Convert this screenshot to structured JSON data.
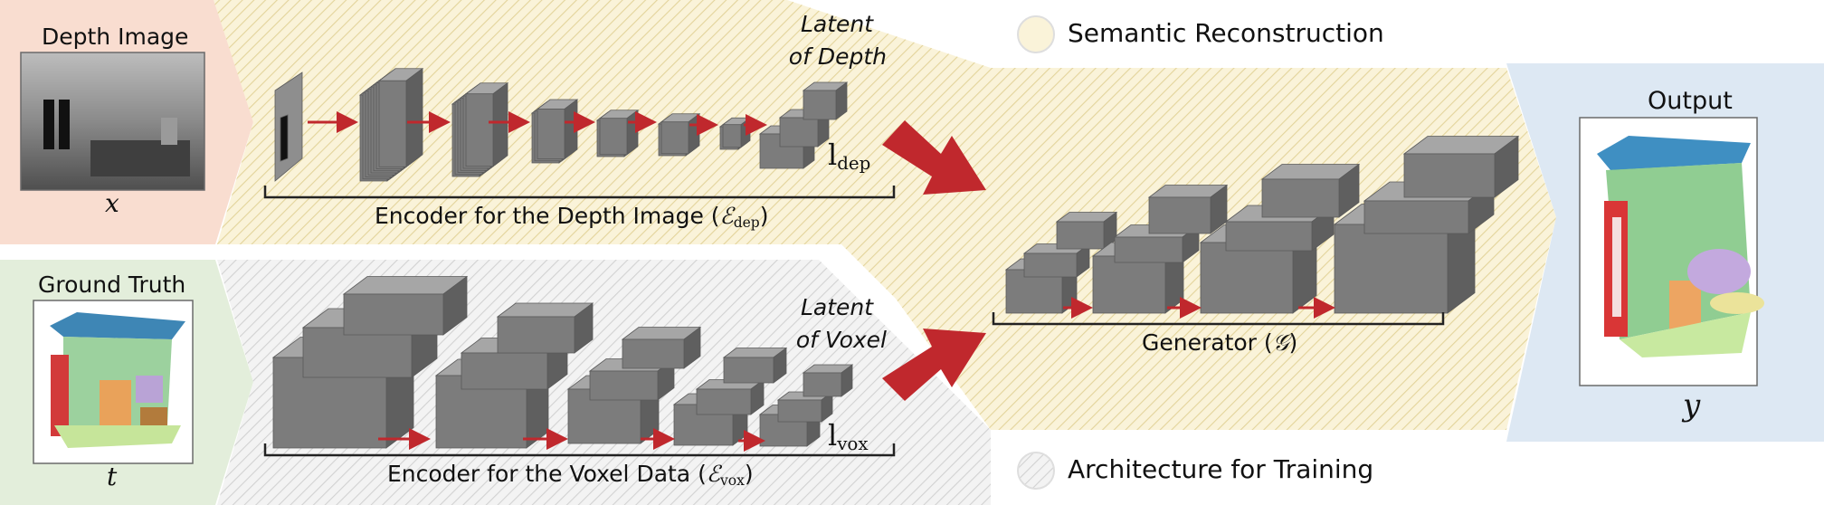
{
  "input_depth": {
    "title": "Depth Image",
    "var": "x"
  },
  "input_gt": {
    "title": "Ground Truth",
    "var": "t"
  },
  "encoder_depth": {
    "caption": "Encoder for the Depth Image (",
    "symbol": "ℰ",
    "sub": "dep",
    "close": ")",
    "latent_line1": "Latent",
    "latent_line2": "of Depth",
    "latent_var": "l",
    "latent_sub": "dep"
  },
  "encoder_voxel": {
    "caption": "Encoder for the Voxel Data (",
    "symbol": "ℰ",
    "sub": "vox",
    "close": ")",
    "latent_line1": "Latent",
    "latent_line2": "of Voxel",
    "latent_var": "l",
    "latent_sub": "vox"
  },
  "generator": {
    "caption": "Generator (",
    "symbol": "𝒢",
    "close": ")"
  },
  "output": {
    "title": "Output",
    "var": "y"
  },
  "legend": {
    "semantic": "Semantic Reconstruction",
    "training": "Architecture for Training"
  },
  "colors": {
    "depth_bg": "#f9ddd0",
    "gt_bg": "#e3eedb",
    "semantic_band": "#faf3d9",
    "hatch_yellow": "#e8d9a0",
    "training_band": "#f1f1f1",
    "hatch_grey": "#cfcfcf",
    "output_bg": "#dde8f3",
    "box": "#7a7a7a",
    "arrow": "#c0282d"
  }
}
